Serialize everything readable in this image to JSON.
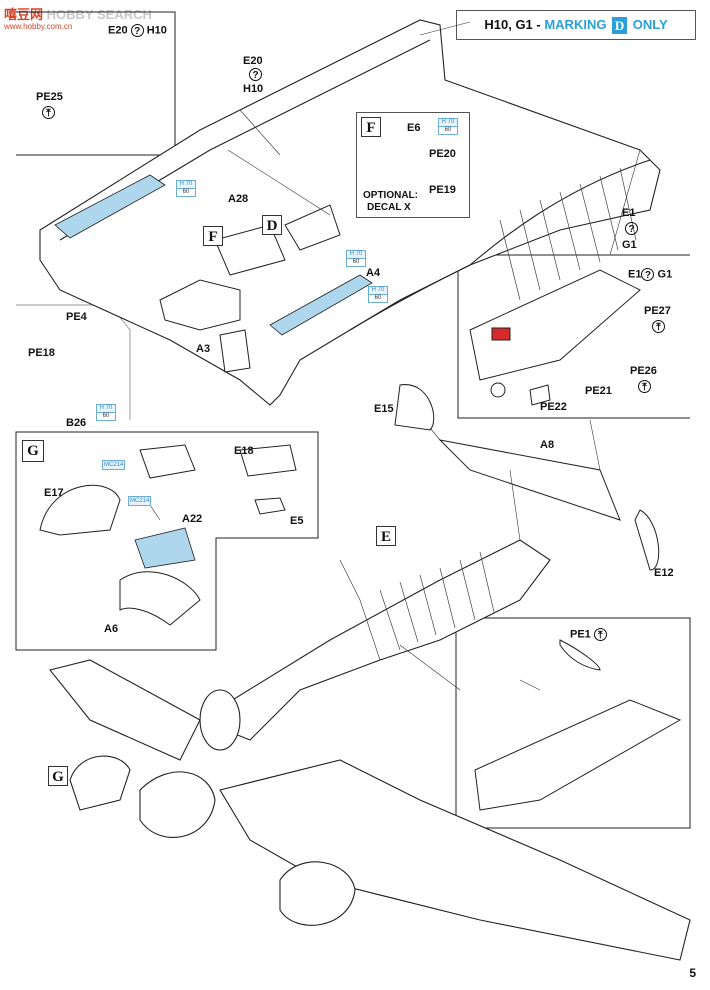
{
  "watermark": {
    "brand_cn": "嘻豆网",
    "brand_en": "HOBBY SEARCH",
    "url": "www.hobby.com.cn"
  },
  "header": {
    "prefix": "H10, G1 - ",
    "marking_word": "MARKING",
    "marking_letter": "D",
    "suffix": "ONLY"
  },
  "colors": {
    "accent": "#2aa0d8",
    "paint_fill": "#aed6ec",
    "red_decal": "#d92a2a"
  },
  "parts": {
    "e20_h10_top": {
      "a": "E20",
      "b": "H10"
    },
    "pe25": "PE25",
    "e20_h10_mid": {
      "a": "E20",
      "b": "H10"
    },
    "a28": "A28",
    "a4": "A4",
    "a3": "A3",
    "pe4": "PE4",
    "pe18": "PE18",
    "b26": "B26",
    "e1_g1": {
      "a": "E1",
      "b": "G1"
    },
    "e1_g1_inset": {
      "a": "E1",
      "b": "G1"
    },
    "pe27": "PE27",
    "pe26": "PE26",
    "pe21": "PE21",
    "pe22": "PE22",
    "e15": "E15",
    "a8": "A8",
    "e12": "E12",
    "e17": "E17",
    "a22": "A22",
    "a6": "A6",
    "e18": "E18",
    "e5": "E5",
    "pe1": "PE1"
  },
  "inset_f": {
    "letter": "F",
    "e6": "E6",
    "pe20": "PE20",
    "pe19": "PE19",
    "note_line1": "OPTIONAL:",
    "note_line2": "DECAL X"
  },
  "step_markers": {
    "f": "F",
    "d": "D",
    "g": "G",
    "e": "E",
    "g_bottom": "G"
  },
  "paint_codes": [
    {
      "top": "H 70",
      "bottom": "60"
    },
    {
      "top": "H 70",
      "bottom": "60"
    },
    {
      "top": "H 70",
      "bottom": "60"
    },
    {
      "top": "H 70",
      "bottom": "60"
    },
    {
      "top": "H 70",
      "bottom": "60"
    }
  ],
  "mc_codes": [
    "MC214",
    "MC214"
  ],
  "question_mark": "?",
  "flip_symbol": "⤒",
  "page_number": "5"
}
